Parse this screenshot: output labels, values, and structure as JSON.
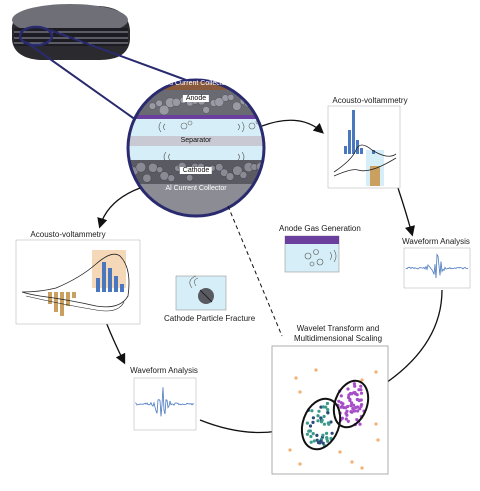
{
  "labels": {
    "cu_collector": "Cu Current Collector",
    "anode": "Anode",
    "separator": "Separator",
    "cathode": "Cathode",
    "al_collector": "Al Current Collector",
    "av_right": "Acousto-voltammetry",
    "av_left": "Acousto-voltammetry",
    "anode_gas": "Anode Gas Generation",
    "waveform_right": "Waveform Analysis",
    "waveform_left": "Waveform Analysis",
    "cathode_fracture": "Cathode Particle Fracture",
    "wavelet_line1": "Wavelet Transform and",
    "wavelet_line2": "Multidimensional Scaling"
  },
  "colors": {
    "navy": "#2a2a6e",
    "anode_top": "#8a5a3c",
    "purple": "#6a3f9e",
    "separator": "#c9c9d3",
    "light_blue": "#d6eef7",
    "orange": "#f0c89a",
    "tan_bar": "#c9a060",
    "blue_bar": "#4a78c0",
    "teal": "#3a9a8a",
    "scatter_purple": "#a64ec8",
    "scatter_orange": "#f2b070"
  }
}
